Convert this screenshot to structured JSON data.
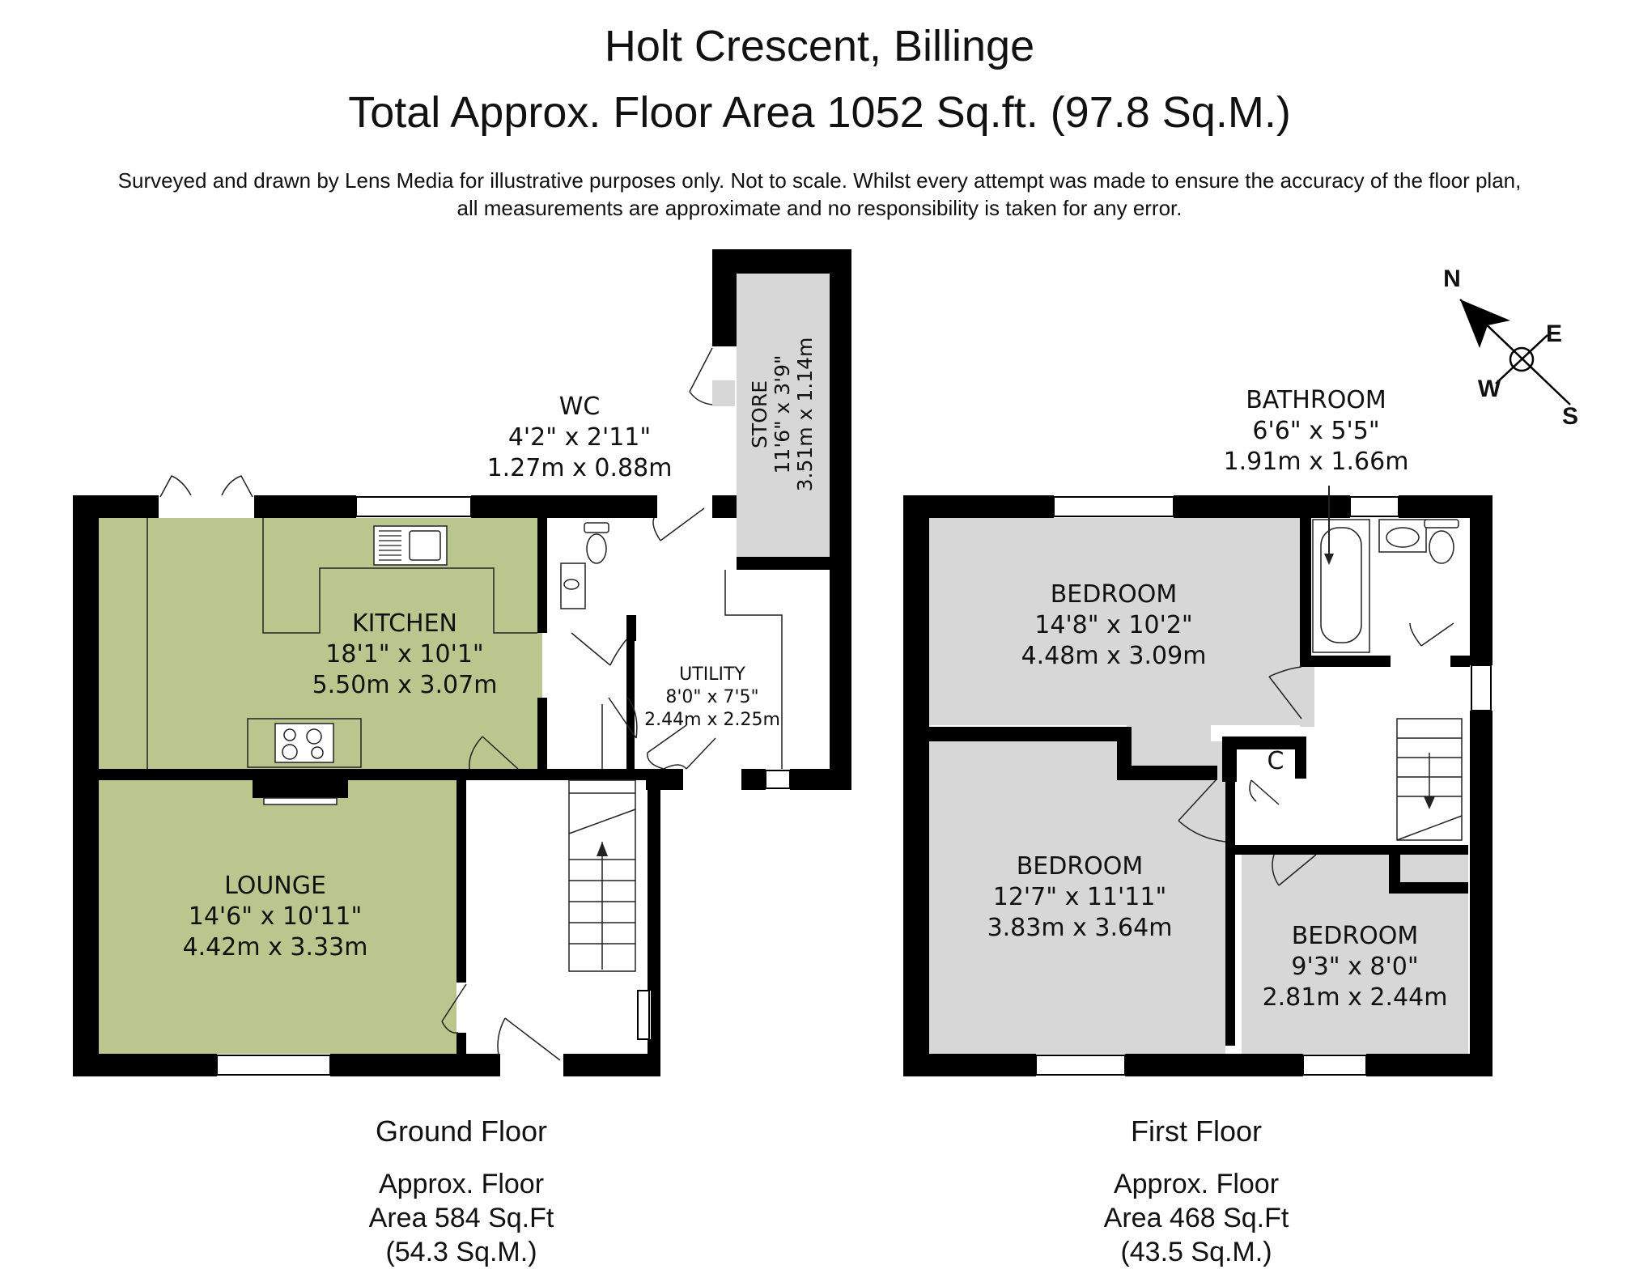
{
  "header": {
    "title": "Holt Crescent, Billinge",
    "subtitle": "Total Approx. Floor Area 1052 Sq.ft. (97.8 Sq.M.)",
    "disclaimer_line1": "Surveyed and drawn by Lens Media for illustrative purposes only. Not to scale. Whilst every attempt was made to ensure the accuracy of the floor plan,",
    "disclaimer_line2": "all measurements are approximate and no responsibility is taken for any error."
  },
  "ground_floor": {
    "caption": "Ground Floor",
    "area_line1": "Approx. Floor",
    "area_line2": "Area 584 Sq.Ft",
    "area_line3": "(54.3 Sq.M.)",
    "rooms": {
      "kitchen": {
        "name": "KITCHEN",
        "imperial": "18'1\" x 10'1\"",
        "metric": "5.50m x 3.07m"
      },
      "lounge": {
        "name": "LOUNGE",
        "imperial": "14'6\" x 10'11\"",
        "metric": "4.42m x 3.33m"
      },
      "wc": {
        "name": "WC",
        "imperial": "4'2\" x 2'11\"",
        "metric": "1.27m x 0.88m"
      },
      "utility": {
        "name": "UTILITY",
        "imperial": "8'0\" x 7'5\"",
        "metric": "2.44m x 2.25m"
      },
      "store": {
        "name": "STORE",
        "imperial": "11'6\" x 3'9\"",
        "metric": "3.51m x 1.14m"
      }
    }
  },
  "first_floor": {
    "caption": "First Floor",
    "area_line1": "Approx. Floor",
    "area_line2": "Area 468 Sq.Ft",
    "area_line3": "(43.5 Sq.M.)",
    "rooms": {
      "bedroom1": {
        "name": "BEDROOM",
        "imperial": "14'8\" x 10'2\"",
        "metric": "4.48m x 3.09m"
      },
      "bedroom2": {
        "name": "BEDROOM",
        "imperial": "12'7\" x 11'11\"",
        "metric": "3.83m x 3.64m"
      },
      "bedroom3": {
        "name": "BEDROOM",
        "imperial": "9'3\" x 8'0\"",
        "metric": "2.81m x 2.44m"
      },
      "bathroom": {
        "name": "BATHROOM",
        "imperial": "6'6\" x 5'5\"",
        "metric": "1.91m x 1.66m"
      },
      "cupboard": {
        "name": "C"
      }
    }
  },
  "compass": {
    "n": "N",
    "e": "E",
    "s": "S",
    "w": "W"
  },
  "colors": {
    "wall": "#000000",
    "green": "#b9c78e",
    "grey": "#d7d7d7",
    "window": "#ffffff"
  }
}
